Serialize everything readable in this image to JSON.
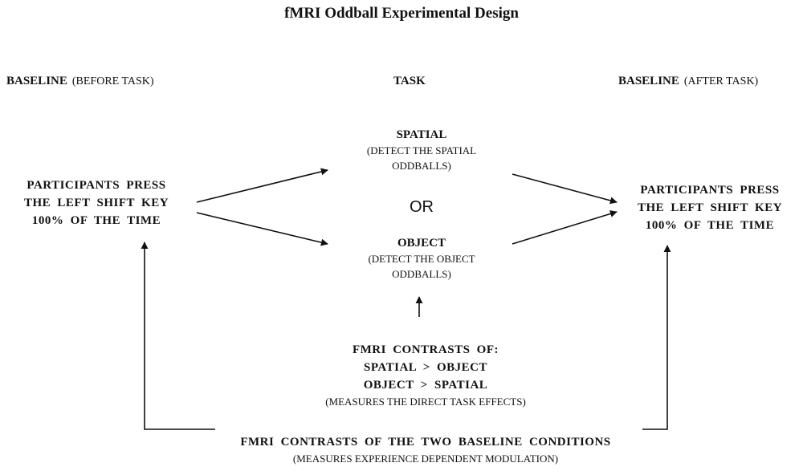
{
  "title": "fMRI Oddball Experimental Design",
  "headers": {
    "baseline_before": {
      "label": "BASELINE",
      "sub": "(BEFORE TASK)"
    },
    "task": {
      "label": "TASK"
    },
    "baseline_after": {
      "label": "BASELINE",
      "sub": "(AFTER TASK)"
    }
  },
  "left_box": {
    "lines": [
      "PARTICIPANTS PRESS",
      "THE LEFT SHIFT KEY",
      "100% OF THE TIME"
    ]
  },
  "right_box": {
    "lines": [
      "PARTICIPANTS PRESS",
      "THE LEFT SHIFT KEY",
      "100% OF THE TIME"
    ]
  },
  "spatial": {
    "label": "SPATIAL",
    "desc": [
      "(DETECT THE SPATIAL",
      "ODDBALLS)"
    ]
  },
  "or_text": "OR",
  "object": {
    "label": "OBJECT",
    "desc": [
      "(DETECT THE OBJECT",
      "ODDBALLS)"
    ]
  },
  "task_contrasts": {
    "lines": [
      "FMRI CONTRASTS OF:",
      "SPATIAL > OBJECT",
      "OBJECT > SPATIAL"
    ],
    "note": "(MEASURES THE DIRECT TASK EFFECTS)"
  },
  "baseline_contrasts": {
    "line": "FMRI CONTRASTS OF THE TWO BASELINE CONDITIONS",
    "note": "(MEASURES EXPERIENCE DEPENDENT MODULATION)"
  }
}
